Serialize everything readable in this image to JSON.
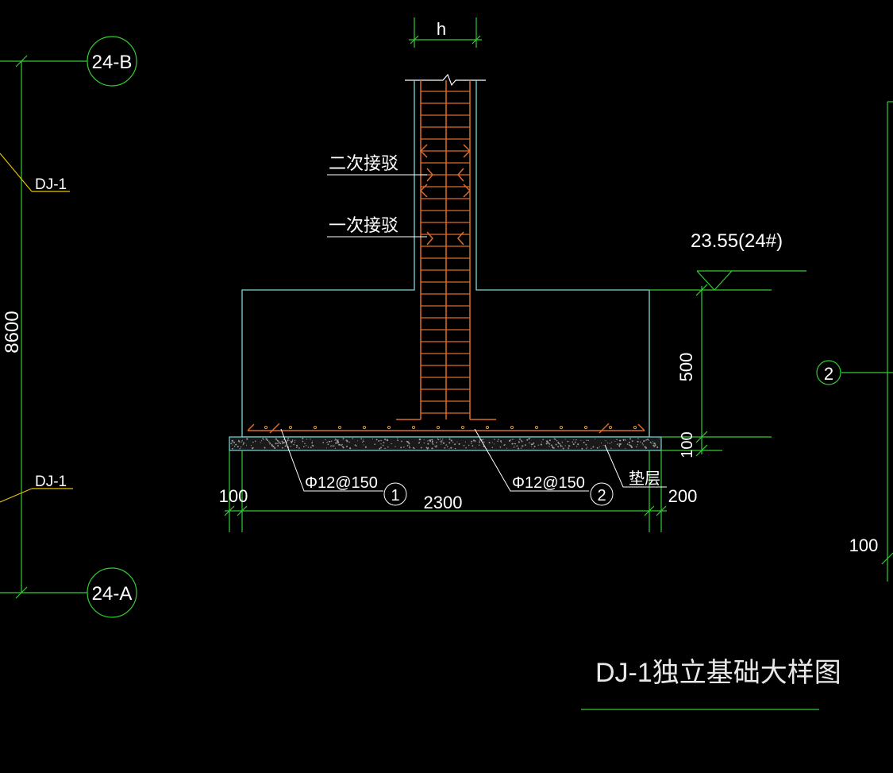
{
  "colors": {
    "background": "#000000",
    "green": "#33cc33",
    "cyan": "#7fd6d6",
    "rebar": "#e06a2a",
    "text": "#ffffff"
  },
  "left_panel": {
    "axis_top": "24-B",
    "axis_bottom": "24-A",
    "dimension": "8600",
    "labels": [
      "DJ-1",
      "DJ-1"
    ]
  },
  "section": {
    "column_width_label": "h",
    "splice_labels": [
      "二次接驳",
      "一次接驳"
    ],
    "elevation": "23.55(24#)",
    "height_dims": [
      "500",
      "100"
    ],
    "bottom_dims": [
      "100",
      "2300",
      "200"
    ],
    "rebar_left": "Φ12@150",
    "rebar_left_marker": "1",
    "rebar_right": "Φ12@150",
    "rebar_right_marker": "2",
    "cushion_label": "垫层"
  },
  "right_panel": {
    "marker": "2",
    "dimension": "100"
  },
  "title": "DJ-1独立基础大样图"
}
